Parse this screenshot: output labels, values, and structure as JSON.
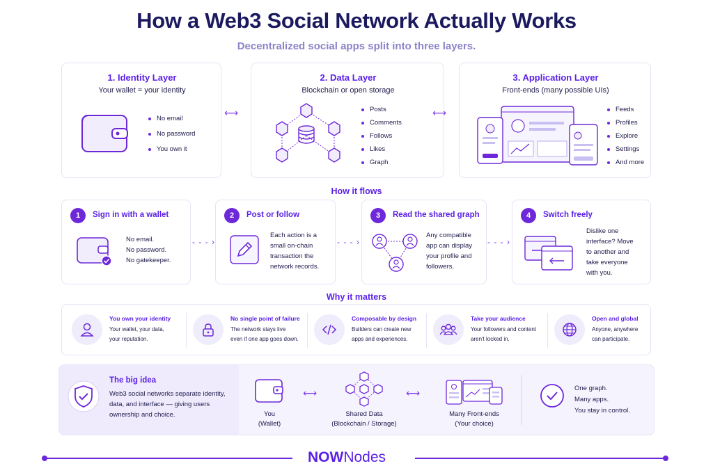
{
  "header": {
    "title": "How a Web3 Social Network Actually Works",
    "subtitle": "Decentralized social apps split into three layers."
  },
  "layers": [
    {
      "title": "1. Identity Layer",
      "subtitle": "Your wallet = your identity",
      "bullets": [
        "No email",
        "No password",
        "You own it"
      ]
    },
    {
      "title": "2. Data Layer",
      "subtitle": "Blockchain or open storage",
      "bullets": [
        "Posts",
        "Comments",
        "Follows",
        "Likes",
        "Graph"
      ]
    },
    {
      "title": "3. Application Layer",
      "subtitle": "Front-ends (many possible UIs)",
      "bullets": [
        "Feeds",
        "Profiles",
        "Explore",
        "Settings",
        "And more"
      ]
    }
  ],
  "flow": {
    "heading": "How it flows",
    "steps": [
      {
        "num": "1",
        "title": "Sign in with a wallet",
        "lines": [
          "No email.",
          "No password.",
          "No gatekeeper."
        ]
      },
      {
        "num": "2",
        "title": "Post or follow",
        "lines": [
          "Each action is a",
          "small on-chain",
          "transaction the",
          "network records."
        ]
      },
      {
        "num": "3",
        "title": "Read the shared graph",
        "lines": [
          "Any compatible",
          "app can display",
          "your profile and",
          "followers."
        ]
      },
      {
        "num": "4",
        "title": "Switch freely",
        "lines": [
          "Dislike one",
          "interface? Move",
          "to another and",
          "take everyone",
          "with you."
        ]
      }
    ]
  },
  "why": {
    "heading": "Why it matters",
    "items": [
      {
        "title": "You own your identity",
        "lines": [
          "Your wallet, your data,",
          "your reputation."
        ],
        "icon": "user-icon"
      },
      {
        "title": "No single point of failure",
        "lines": [
          "The network stays live",
          "even if one app goes down."
        ],
        "icon": "lock-icon"
      },
      {
        "title": "Composable by design",
        "lines": [
          "Builders can create new",
          "apps and experiences."
        ],
        "icon": "code-icon"
      },
      {
        "title": "Take your audience",
        "lines": [
          "Your followers and content",
          "aren't locked in."
        ],
        "icon": "group-icon"
      },
      {
        "title": "Open and global",
        "lines": [
          "Anyone, anywhere",
          "can participate."
        ],
        "icon": "globe-icon"
      }
    ]
  },
  "big_idea": {
    "title": "The big idea",
    "lines": [
      "Web3 social networks separate identity,",
      "data, and interface — giving users",
      "ownership and choice."
    ],
    "you": [
      "You",
      "(Wallet)"
    ],
    "shared": [
      "Shared Data",
      "(Blockchain / Storage)"
    ],
    "frontends": [
      "Many Front-ends",
      "(Your choice)"
    ],
    "summary": [
      "One graph.",
      "Many apps.",
      "You stay in control."
    ]
  },
  "footer": {
    "logo_bold": "NOW",
    "logo_rest": "Nodes"
  },
  "colors": {
    "accent": "#6d28d9",
    "title": "#1c1a5e",
    "subtitle": "#8b84c9",
    "panel": "#f5f3fd"
  }
}
